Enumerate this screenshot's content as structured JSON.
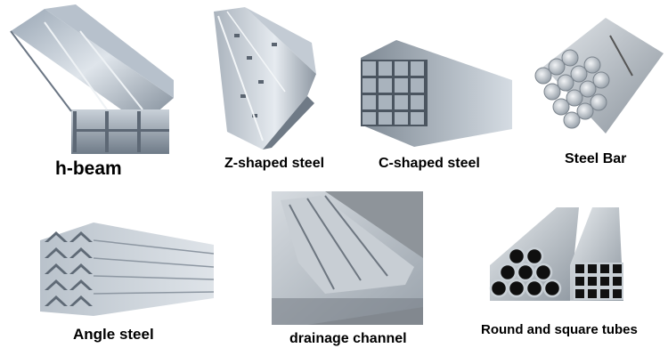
{
  "products": [
    {
      "label": "h-beam"
    },
    {
      "label": "Z-shaped steel"
    },
    {
      "label": "C-shaped steel"
    },
    {
      "label": "Steel Bar"
    },
    {
      "label": "Angle steel"
    },
    {
      "label": "drainage channel"
    },
    {
      "label": "Round and square tubes"
    }
  ]
}
